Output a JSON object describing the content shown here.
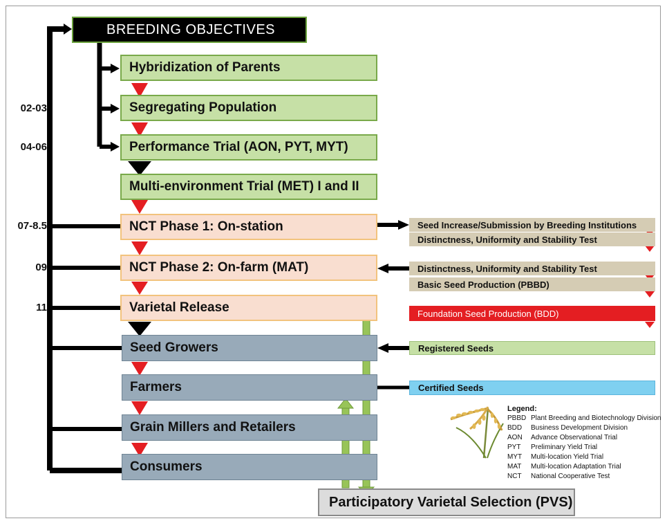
{
  "objectives": "BREEDING OBJECTIVES",
  "stages": [
    "Hybridization of Parents",
    "Segregating Population",
    "Performance Trial (AON, PYT, MYT)",
    "Multi-environment Trial (MET) I and II",
    "NCT Phase 1: On-station",
    "NCT Phase 2: On-farm (MAT)",
    "Varietal Release",
    "Seed Growers",
    "Farmers",
    "Grain Millers and Retailers",
    "Consumers"
  ],
  "years": [
    "02-03",
    "04-06",
    "07-8.5",
    "09",
    "11"
  ],
  "seed_boxes": [
    "Seed Increase/Submission by Breeding Institutions",
    "Distinctness, Uniformity and Stability Test",
    "Distinctness, Uniformity and Stability Test",
    "Basic Seed Production (PBBD)",
    "Foundation Seed Production (BDD)",
    "Registered Seeds",
    "Certified Seeds"
  ],
  "pvs": "Participatory Varietal Selection (PVS)",
  "legend": {
    "title": "Legend:",
    "items": [
      {
        "abbr": "PBBD",
        "text": "Plant Breeding and Biotechnology Division"
      },
      {
        "abbr": "BDD",
        "text": "Business Development Division"
      },
      {
        "abbr": "AON",
        "text": "Advance Observational Trial"
      },
      {
        "abbr": "PYT",
        "text": "Preliminary Yield Trial"
      },
      {
        "abbr": "MYT",
        "text": "Multi-location Yield Trial"
      },
      {
        "abbr": "MAT",
        "text": "Multi-location Adaptation Trial"
      },
      {
        "abbr": "NCT",
        "text": "National Cooperative Test"
      }
    ]
  },
  "colors": {
    "green_fill": "#c6e0a6",
    "pink_fill": "#f9ded0",
    "blue_fill": "#98aab9",
    "red_arrow": "#e41e22",
    "black": "#000000"
  }
}
